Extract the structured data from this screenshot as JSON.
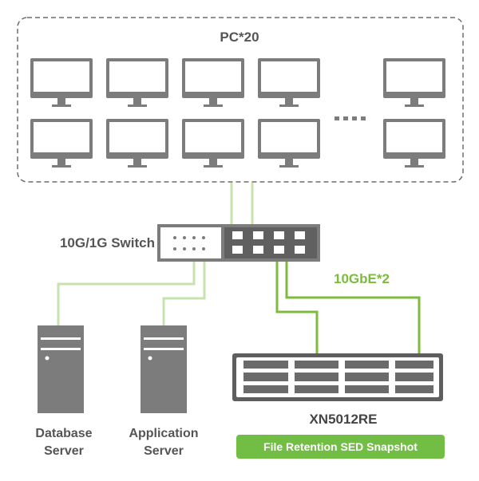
{
  "pc_group": {
    "label": "PC*20"
  },
  "switch": {
    "label": "10G/1G Switch"
  },
  "link": {
    "label": "10GbE*2"
  },
  "nas": {
    "label": "XN5012RE",
    "features": "File Retention SED Snapshot"
  },
  "servers": {
    "database": {
      "line1": "Database",
      "line2": "Server"
    },
    "application": {
      "line1": "Application",
      "line2": "Server"
    }
  },
  "colors": {
    "device_fill": "#7c7c7c",
    "device_dark": "#5a5a5a",
    "light_green_line": "#c7e3ad",
    "green_line": "#7cbb3c",
    "badge_green": "#72be44",
    "label_gray": "#555555"
  },
  "icons": {
    "pc": "monitor-icon",
    "server": "server-tower-icon",
    "switch": "network-switch-icon",
    "nas": "rack-storage-icon"
  }
}
